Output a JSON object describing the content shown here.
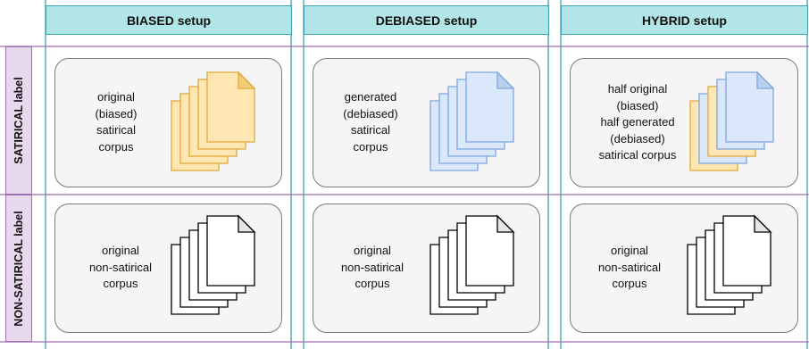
{
  "columns": [
    {
      "label": "BIASED setup"
    },
    {
      "label": "DEBIASED setup"
    },
    {
      "label": "HYBRID setup"
    }
  ],
  "rows": [
    {
      "label": "SATIRICAL label"
    },
    {
      "label": "NON-SATIRICAL label"
    }
  ],
  "cells": {
    "biased_satirical": {
      "lines": [
        "original",
        "(biased)",
        "satirical",
        "corpus"
      ],
      "doc_style": "orange"
    },
    "debiased_satirical": {
      "lines": [
        "generated",
        "(debiased)",
        "satirical",
        "corpus"
      ],
      "doc_style": "blue"
    },
    "hybrid_satirical": {
      "lines": [
        "half original",
        "(biased)",
        "half generated",
        "(debiased)",
        "satirical corpus"
      ],
      "doc_style": "mixed"
    },
    "biased_nonsatirical": {
      "lines": [
        "original",
        "non-satirical",
        "corpus"
      ],
      "doc_style": "plain"
    },
    "debiased_nonsatirical": {
      "lines": [
        "original",
        "non-satirical",
        "corpus"
      ],
      "doc_style": "plain"
    },
    "hybrid_nonsatirical": {
      "lines": [
        "original",
        "non-satirical",
        "corpus"
      ],
      "doc_style": "plain"
    }
  },
  "colors": {
    "column_header_fill": "#b2e5e8",
    "column_header_stroke": "#3aa3b2",
    "row_header_fill": "#e7d8ee",
    "row_header_stroke": "#9a72b1",
    "orange_fill": "#ffe6b3",
    "orange_stroke": "#e0a83a",
    "blue_fill": "#dbe8fb",
    "blue_stroke": "#7ea6dc",
    "plain_fill": "#ffffff",
    "plain_stroke": "#000000"
  }
}
